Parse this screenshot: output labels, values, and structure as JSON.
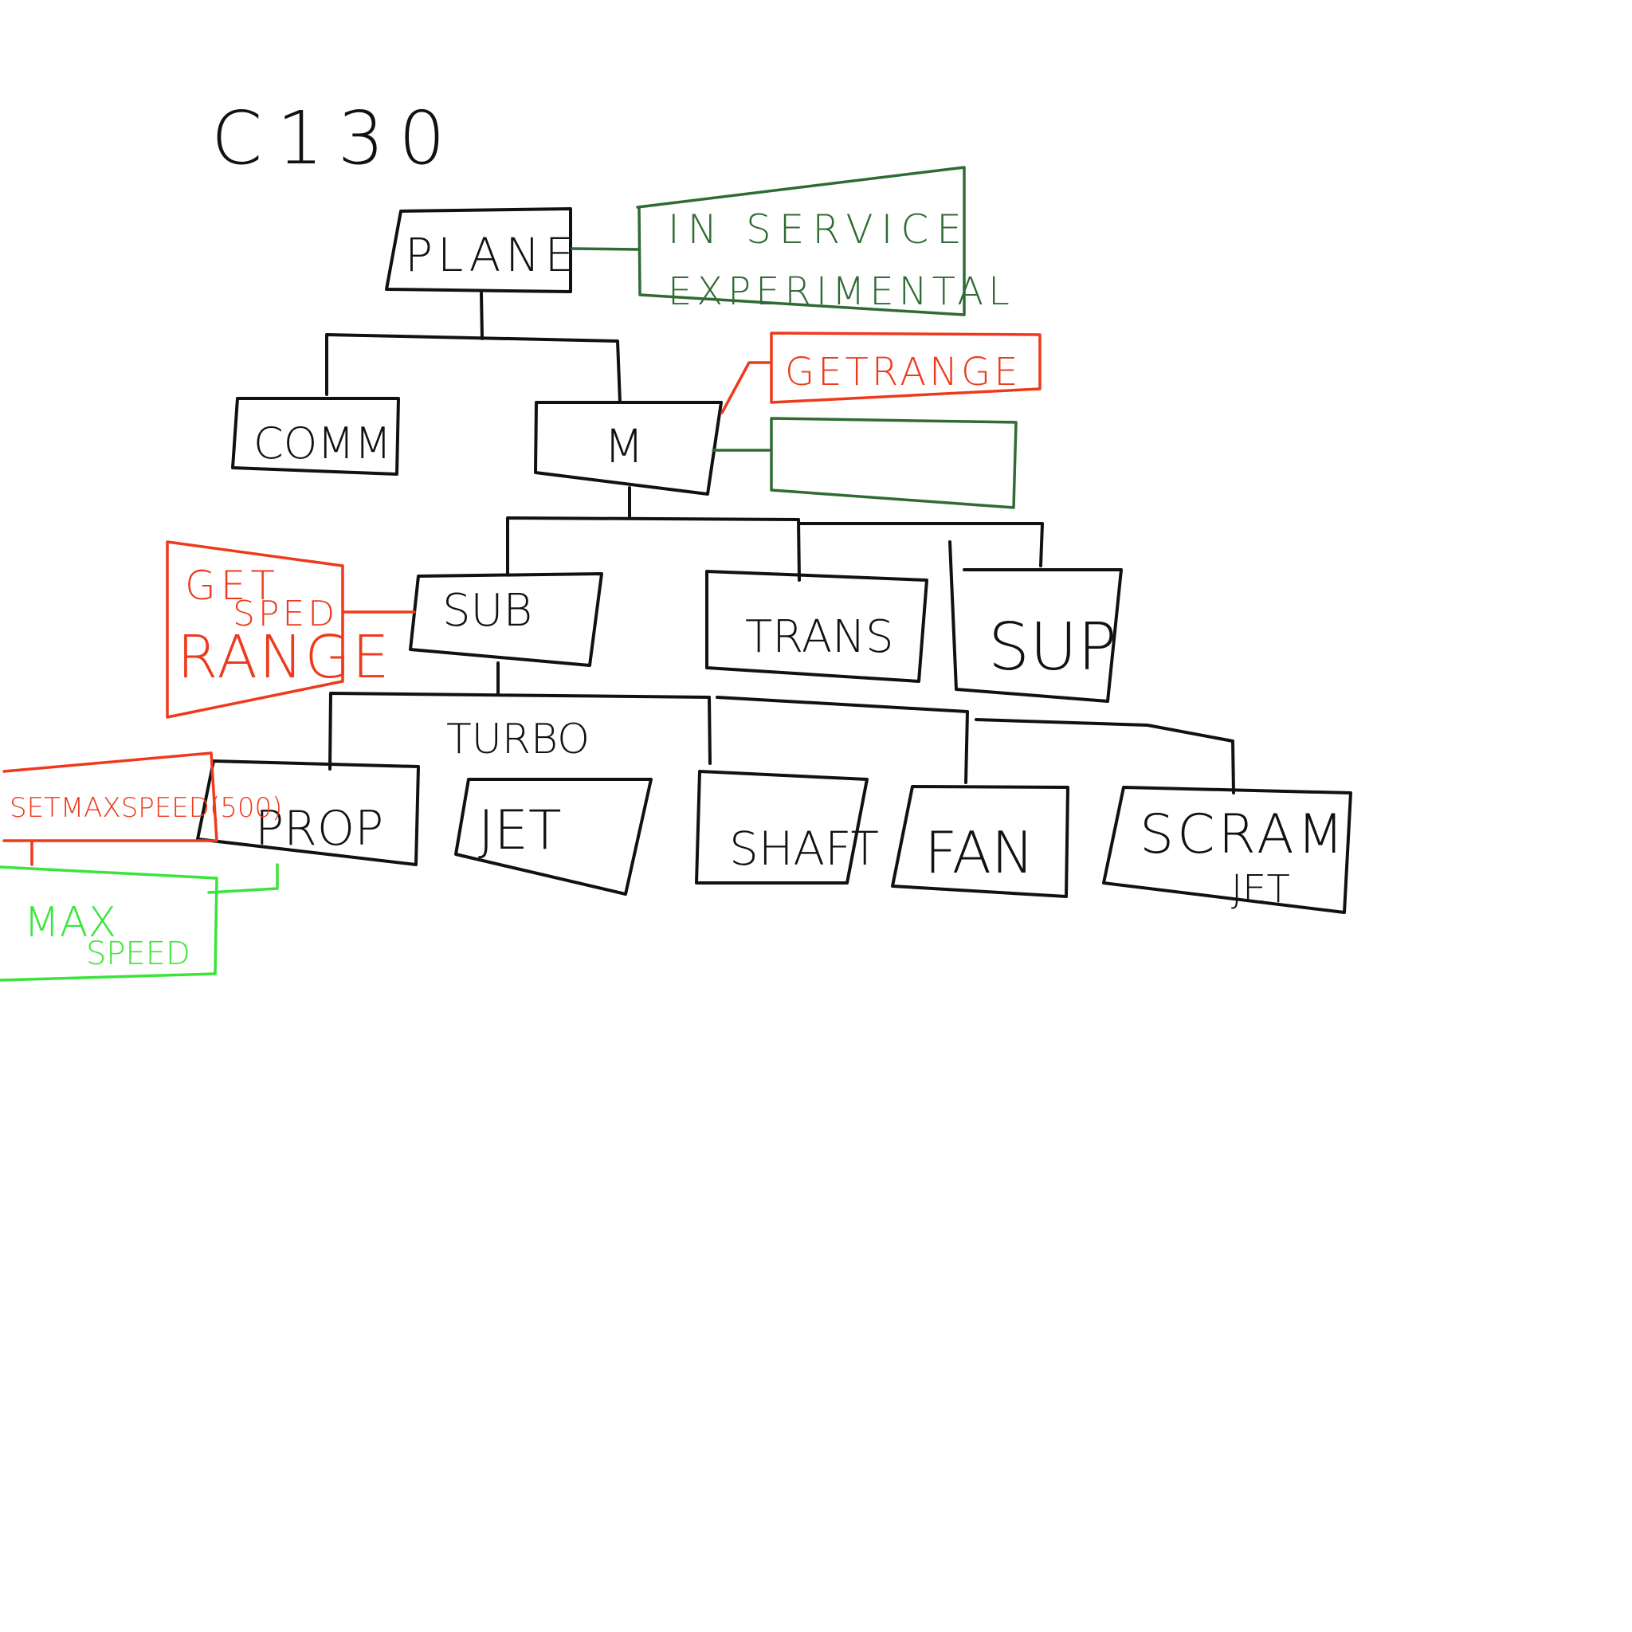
{
  "colors": {
    "black": "#111111",
    "red": "#ee3a1c",
    "dark_green": "#2f6b33",
    "light_green": "#39e53a"
  },
  "title": "C130",
  "nodes": {
    "plane": "PLANE",
    "in_service": "IN SERVICE",
    "experimental": "EXPERIMENTAL",
    "comm": "COMM",
    "m": "M",
    "get_range": "GETRANGE",
    "sub": "SUB",
    "trans": "TRANS",
    "sup": "SUP",
    "get_speed_range_1": "GET",
    "get_speed_range_2": "SPED",
    "get_speed_range_3": "RANGE",
    "turbo": "TURBO",
    "prop": "PROP",
    "jet": "JET",
    "shaft": "SHAFT",
    "fan": "FAN",
    "scram": "SCRAM",
    "scram_jet": "JET",
    "set_max_speed": "SETMAXSPEED(500)",
    "max_speed_1": "MAX",
    "max_speed_2": "SPEED"
  }
}
